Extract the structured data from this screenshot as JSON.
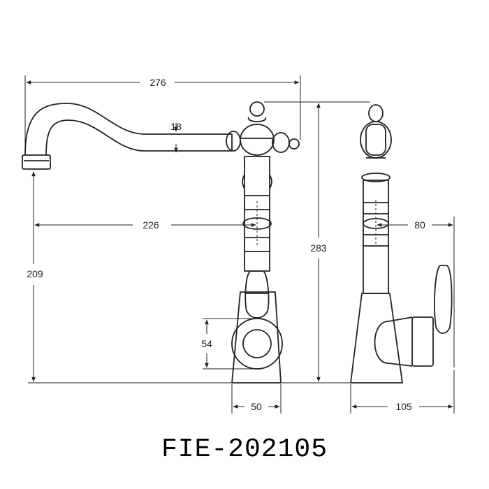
{
  "diagram": {
    "model_code": "FIE-202105",
    "dimensions": {
      "overall_width": "276",
      "spout_thickness": "18",
      "spout_reach": "226",
      "spout_height": "209",
      "overall_height": "283",
      "handle_hub": "54",
      "base_width": "50",
      "side_offset": "80",
      "side_depth": "105"
    },
    "colors": {
      "line": "#222222",
      "background": "#ffffff"
    }
  }
}
